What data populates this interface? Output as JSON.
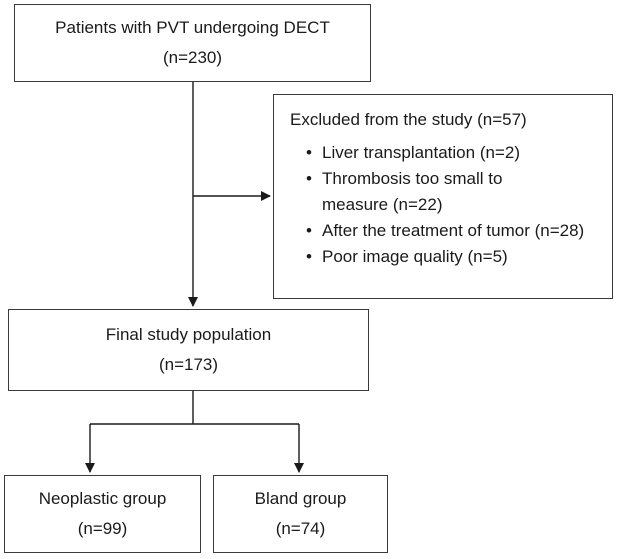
{
  "nodes": {
    "top": {
      "line1": "Patients with PVT undergoing DECT",
      "line2": "(n=230)"
    },
    "excluded": {
      "title": "Excluded from the study (n=57)",
      "items": [
        {
          "text": "Liver transplantation (n=2)"
        },
        {
          "line1": "Thrombosis too small to",
          "line2": "measure (n=22)"
        },
        {
          "text": "After the treatment of tumor (n=28)"
        },
        {
          "text": "Poor image quality (n=5)"
        }
      ]
    },
    "final": {
      "line1": "Final study population",
      "line2": "(n=173)"
    },
    "neoplastic": {
      "line1": "Neoplastic group",
      "line2": "(n=99)"
    },
    "bland": {
      "line1": "Bland group",
      "line2": "(n=74)"
    }
  },
  "colors": {
    "line": "#1a1a1a",
    "border": "#3a3a3a",
    "text": "#1a1a1a"
  }
}
